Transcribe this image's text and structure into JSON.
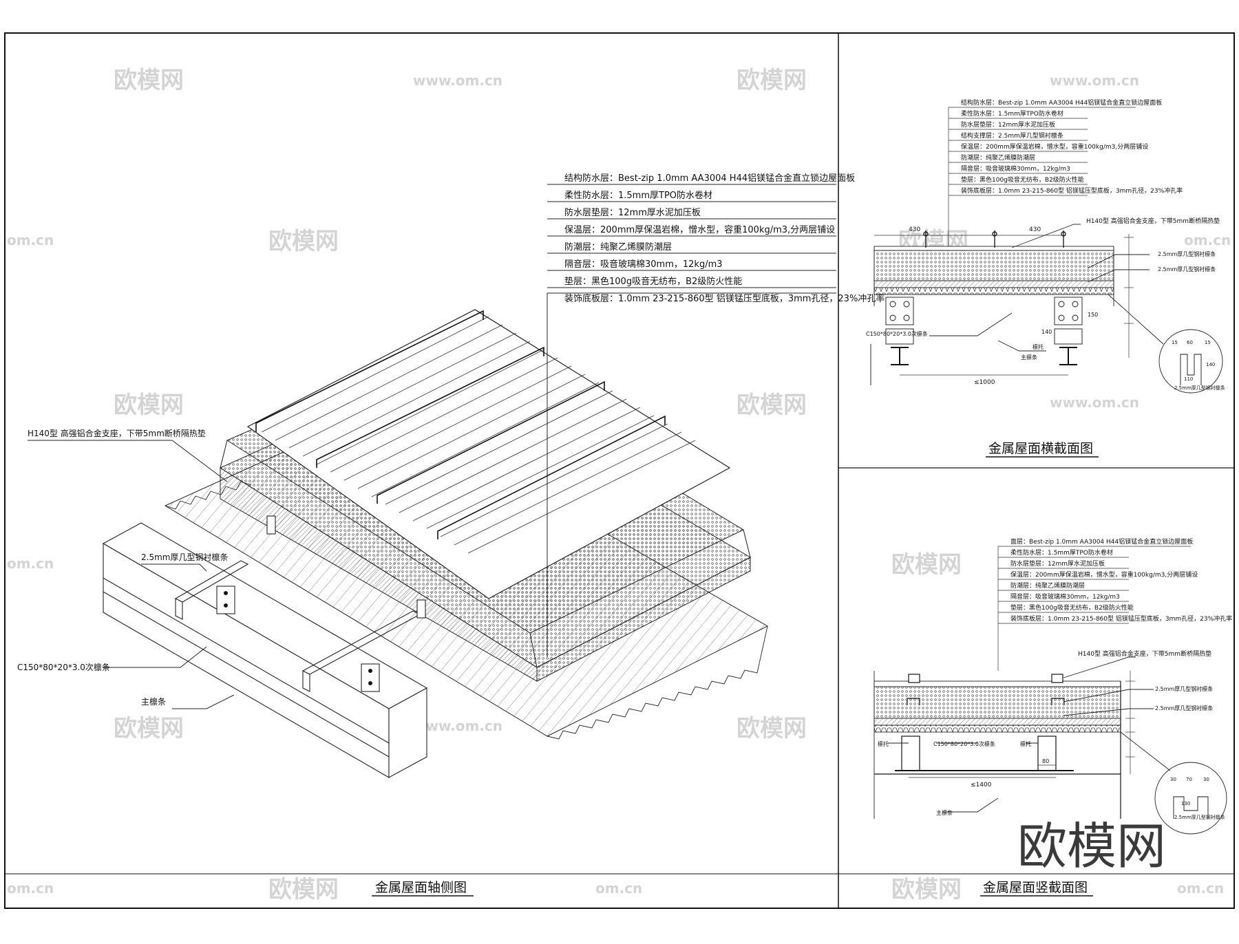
{
  "axo": {
    "title": "金属屋面轴侧图",
    "layers": [
      "结构防水层：Best-zip  1.0mm  AA3004  H44铝镁锰合金直立锁边屋面板",
      "柔性防水层：1.5mm厚TPO防水卷材",
      "防水层垫层：12mm厚水泥加压板",
      "保温层：200mm厚保温岩棉，憎水型，容重100kg/m3,分两层铺设",
      "防潮层：纯聚乙烯膜防潮层",
      "隔音层：吸音玻璃棉30mm，12kg/m3",
      "垫层：黑色100g吸音无纺布，B2级防火性能",
      "装饰底板层：1.0mm  23-215-860型  铝镁锰压型底板，3mm孔径，23%冲孔率"
    ],
    "callout_support": "H140型  高强铝合金支座，下带5mm断桥隔热垫",
    "callout_liner": "2.5mm厚几型钢衬檩条",
    "callout_purlin": "C150*80*20*3.0次檩条",
    "callout_main": "主檩条"
  },
  "cross": {
    "title": "金属屋面横截面图",
    "layers": [
      "结构防水层：Best-zip  1.0mm  AA3004  H44铝镁锰合金直立锁边屋面板",
      "柔性防水层：1.5mm厚TPO防水卷材",
      "防水层垫层：12mm厚水泥加压板",
      "结构支撑层：2.5mm厚几型钢衬檩条",
      "保温层：200mm厚保温岩棉，憎水型，容重100kg/m3,分两层铺设",
      "防潮层：纯聚乙烯膜防潮层",
      "隔音层：吸音玻璃棉30mm，12kg/m3",
      "垫层：黑色100g吸音无纺布，B2级防火性能",
      "装饰底板层：1.0mm  23-215-860型  铝镁锰压型底板，3mm孔径，23%冲孔率"
    ],
    "support": "H140型  高强铝合金支座，下带5mm断桥隔热垫",
    "liner1": "2.5mm厚几型钢衬檩条",
    "liner2": "2.5mm厚几型钢衬檩条",
    "purlin": "C150*80*20*3.0次檩条",
    "lintiao": "檩托",
    "main": "主檩条",
    "dim_left": "430",
    "dim_right": "430",
    "dim_bottom": "≤1000",
    "dim_140": "140",
    "dim_150": "150",
    "detail_dims": [
      "15",
      "60",
      "15",
      "110",
      "140"
    ],
    "detail_label": "2.5mm厚几型钢衬檩条"
  },
  "long": {
    "title": "金属屋面竖截面图",
    "layers": [
      "面层：Best-zip  1.0mm  AA3004  H44铝镁锰合金直立锁边屋面板",
      "柔性防水层：1.5mm厚TPO防水卷材",
      "防水层垫层：12mm厚水泥加压板",
      "保温层：200mm厚保温岩棉，憎水型，容重100kg/m3,分两层铺设",
      "防潮层：纯聚乙烯膜防潮层",
      "隔音层：吸音玻璃棉30mm，12kg/m3",
      "垫层：黑色100g吸音无纺布，B2级防火性能",
      "装饰底板层：1.0mm  23-215-860型  铝镁锰压型底板，3mm孔径，23%冲孔率"
    ],
    "support": "H140型  高强铝合金支座，下带5mm断桥隔热垫",
    "liner1": "2.5mm厚几型钢衬檩条",
    "liner2": "2.5mm厚几型钢衬檩条",
    "purlin": "C150*80*20*3.0次檩条",
    "lintiao1": "檩托",
    "lintiao2": "檩托",
    "main": "主檩条",
    "dim_bottom": "≤1400",
    "dim_80": "80",
    "detail_dims": [
      "30",
      "70",
      "30",
      "130"
    ],
    "detail_label": "2.5mm厚几型钢衬檩条"
  },
  "watermarks": {
    "brand": "欧模网",
    "url": "www.om.cn",
    "url_short": "om.cn"
  }
}
